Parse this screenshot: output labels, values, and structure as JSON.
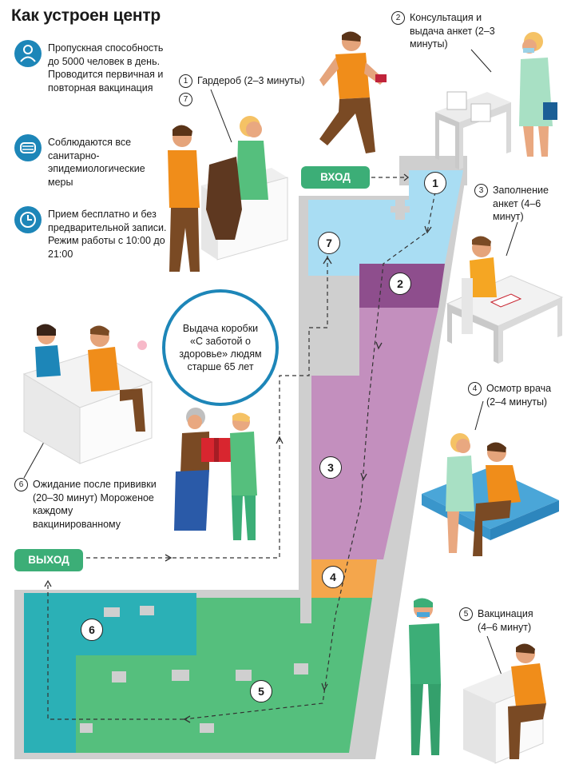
{
  "title": "Как устроен центр",
  "colors": {
    "accent_blue": "#1d86b8",
    "zone_blue": "#a9ddf3",
    "zone_purple_dark": "#8e4e8d",
    "zone_purple": "#c38fbe",
    "zone_orange": "#f4a64c",
    "zone_green": "#55bf7d",
    "zone_teal": "#2bb0b6",
    "pill_green": "#3cae77"
  },
  "info": [
    {
      "icon": "person-icon",
      "text": "Пропускная способность до 5000 человек в день. Проводится первичная и повторная вакцинация"
    },
    {
      "icon": "mask-icon",
      "text": "Соблюдаются все санитарно-эпидемиологические меры"
    },
    {
      "icon": "clock-icon",
      "text": "Прием бесплатно и без предварительной записи. Режим работы с 10:00 до 21:00"
    }
  ],
  "steps": {
    "s1_num": "1",
    "s1_text": "Гардероб (2–3 минуты)",
    "s7_num": "7",
    "s2_num": "2",
    "s2_text": "Консультация и выдача анкет (2–3 минуты)",
    "s3_num": "3",
    "s3_text": "Заполнение анкет (4–6 минут)",
    "s4_num": "4",
    "s4_text": "Осмотр врача (2–4 минуты)",
    "s5_num": "5",
    "s5_text": "Вакцинация (4–6 минут)",
    "s6_num": "6",
    "s6_text": "Ожидание после прививки (20–30 минут) Мороженое каждому вакцинированному"
  },
  "box_note": "Выдача коробки «С заботой о здоровье» людям старше 65 лет",
  "entrance": "ВХОД",
  "exit": "ВЫХОД",
  "map_numbers": [
    "1",
    "2",
    "3",
    "4",
    "5",
    "6",
    "7"
  ]
}
